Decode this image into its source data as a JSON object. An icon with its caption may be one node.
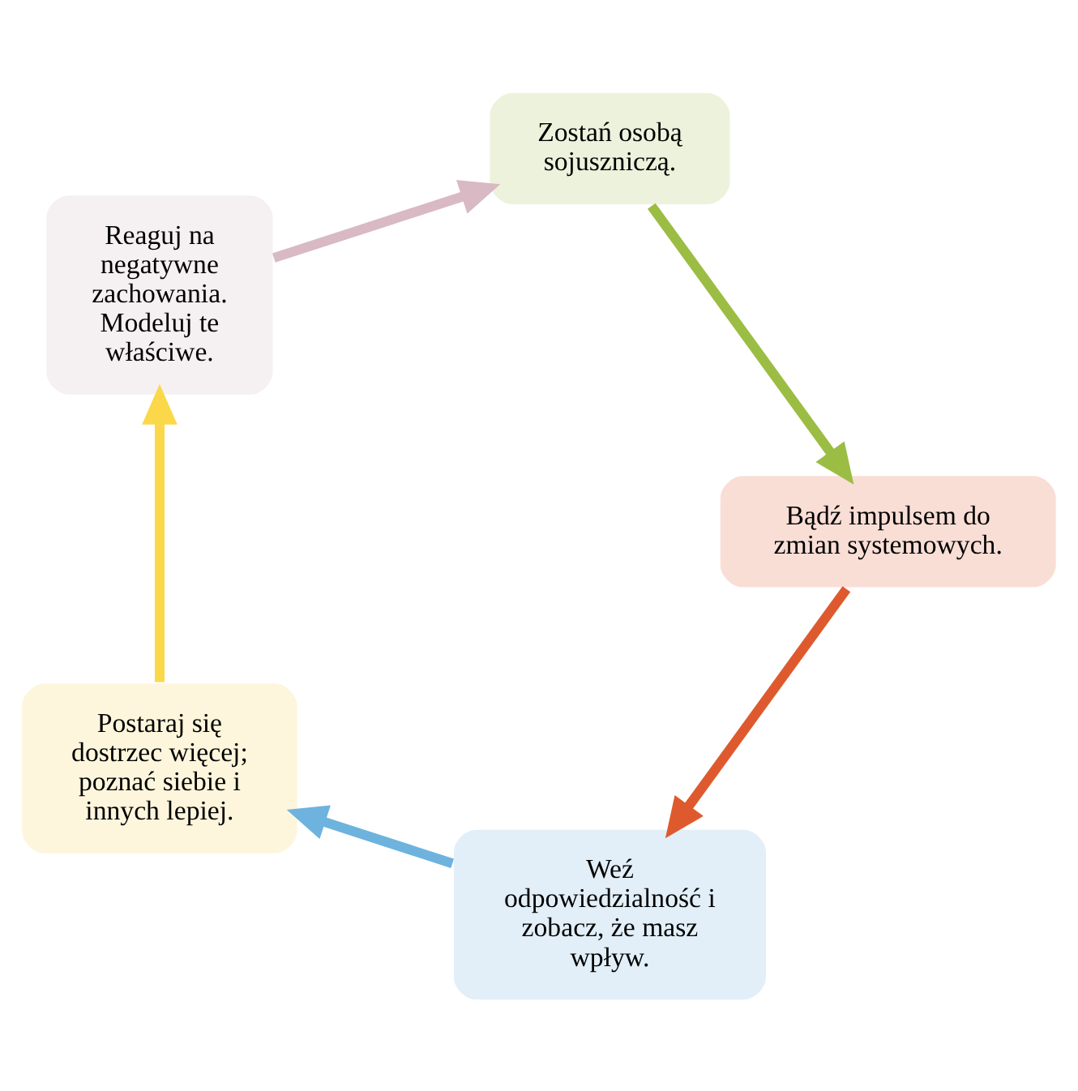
{
  "diagram": {
    "nodes": [
      {
        "text": [
          "Weź odpowiedzialność i zobacz, że masz wpływ."
        ]
      },
      {
        "text": [
          "Postaraj się dostrzec więcej; poznać siebie i innych lepiej."
        ]
      },
      {
        "text": [
          "Reaguj na negatywne zachowania. Modeluj te właściwe."
        ]
      },
      {
        "text": [
          "Zostań osobą sojuszniczą."
        ]
      },
      {
        "text": [
          "Bądź impulsem do zmian systemowych."
        ]
      }
    ],
    "edges": [
      {
        "from": 0,
        "to": 1,
        "arrow": "to",
        "color": "#6db3dd"
      },
      {
        "from": 1,
        "to": 2,
        "arrow": "to",
        "color": "#fbd84a"
      },
      {
        "from": 2,
        "to": 3,
        "arrow": "to",
        "color": "#d8b9c4"
      },
      {
        "from": 3,
        "to": 4,
        "arrow": "to",
        "color": "#9bbd44"
      },
      {
        "from": 4,
        "to": 0,
        "arrow": "to",
        "color": "#de5a2e"
      }
    ]
  }
}
